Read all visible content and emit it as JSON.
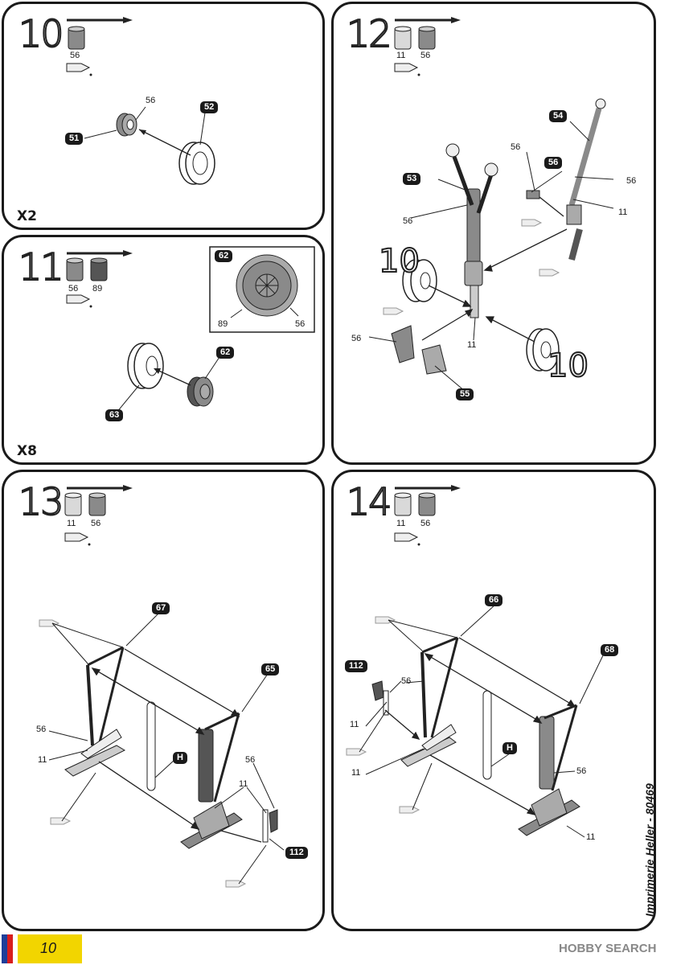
{
  "steps": [
    {
      "number": "10",
      "paints": [
        "56"
      ],
      "quantity": "X2",
      "labels": {
        "p51": "51",
        "p52": "52",
        "c56": "56"
      }
    },
    {
      "number": "11",
      "paints": [
        "56",
        "89"
      ],
      "quantity": "X8",
      "labels": {
        "p62": "62",
        "p63": "63",
        "p62b": "62",
        "c89": "89",
        "c56": "56"
      }
    },
    {
      "number": "12",
      "paints": [
        "11",
        "56"
      ],
      "labels": {
        "p53": "53",
        "p54": "54",
        "p55": "55",
        "p56": "56",
        "c56a": "56",
        "c56b": "56",
        "c56c": "56",
        "c56d": "56",
        "c11a": "11",
        "c11b": "11",
        "ref10a": "10",
        "ref10b": "10"
      }
    },
    {
      "number": "13",
      "paints": [
        "11",
        "56"
      ],
      "labels": {
        "p67": "67",
        "p65": "65",
        "pH": "H",
        "p112": "112",
        "c56a": "56",
        "c11a": "11",
        "c56b": "56",
        "c11b": "11"
      }
    },
    {
      "number": "14",
      "paints": [
        "11",
        "56"
      ],
      "labels": {
        "p66": "66",
        "p68": "68",
        "pH": "H",
        "p112": "112",
        "c56a": "56",
        "c11a": "11",
        "c11b": "11",
        "c56b": "56",
        "c11c": "11"
      }
    }
  ],
  "footer": {
    "page": "10",
    "side_text": "Imprimerie Heller - 80469",
    "watermark": "HOBBY SEARCH"
  },
  "colors": {
    "c11": "#d9d9d9",
    "c56": "#8a8a8a",
    "c89": "#555555",
    "ink": "#1a1a1a",
    "page_tab": "#f2d500"
  }
}
